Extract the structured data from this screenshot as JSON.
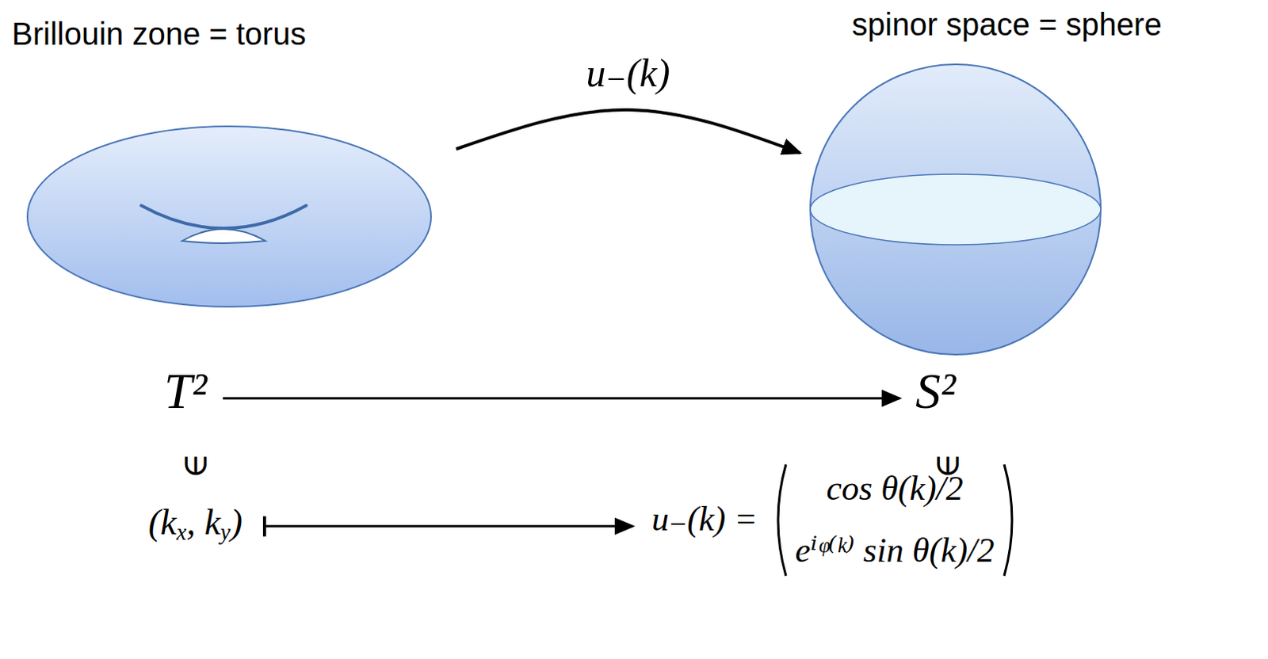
{
  "diagram": {
    "nodes": [
      {
        "text": [
          "Brillouin zone = torus"
        ]
      },
      {
        "text": [
          "spinor space = sphere"
        ]
      },
      {
        "text": [
          "T²"
        ]
      },
      {
        "text": [
          "S²"
        ]
      },
      {
        "text": [
          "(k",
          "x",
          ", k",
          "y",
          ")"
        ]
      },
      {
        "text": [
          "u₋(k) =",
          "cos θ(k)/2",
          "eⁱᵠ⁽ᵏ⁾ sin θ(k)/2"
        ]
      }
    ],
    "edges": [
      {
        "from": 0,
        "to": 1,
        "arrow": "to",
        "label": "u₋(k)"
      },
      {
        "from": 2,
        "to": 3,
        "arrow": "to"
      },
      {
        "from": 4,
        "to": 5,
        "arrow": "to"
      }
    ],
    "labels": [
      "∈",
      "∈"
    ]
  }
}
